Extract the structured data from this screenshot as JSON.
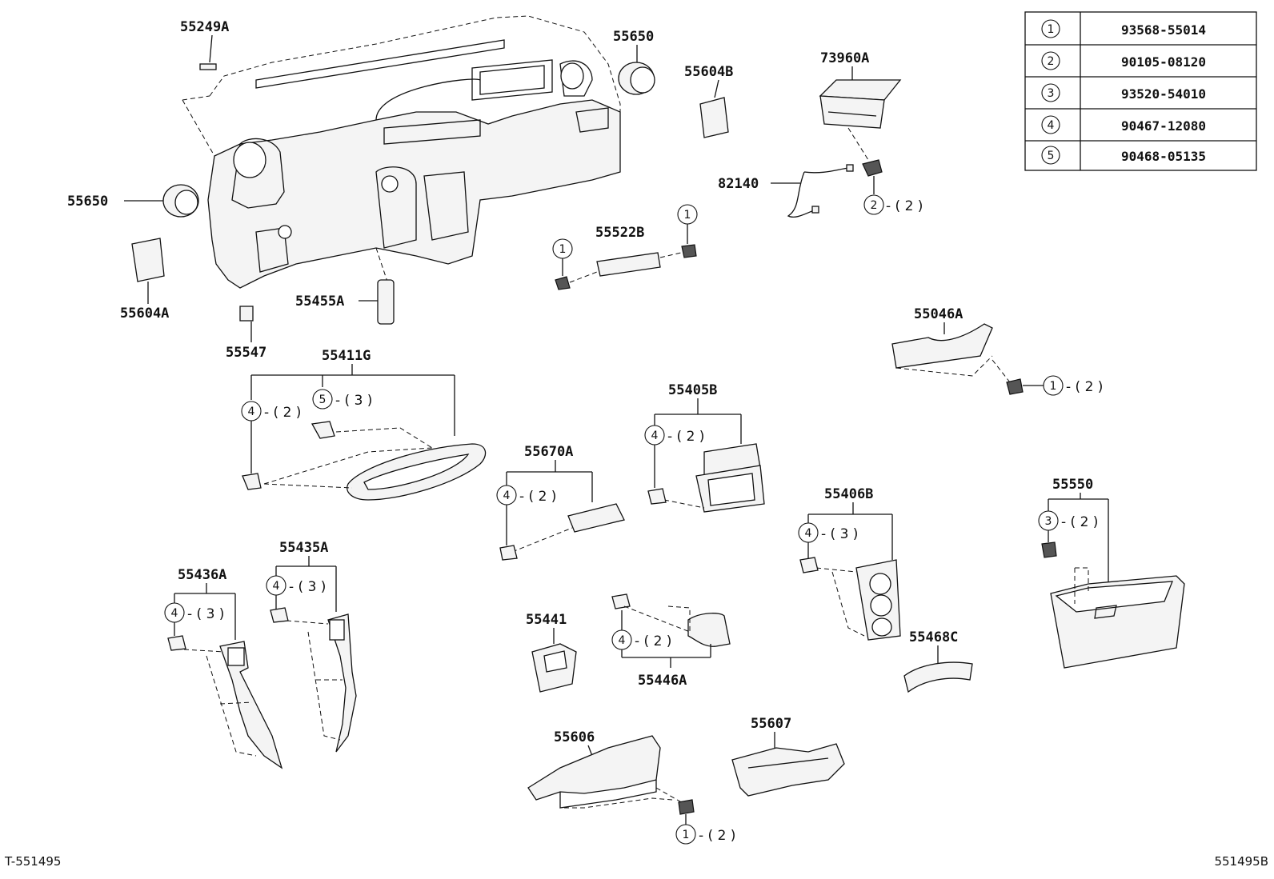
{
  "legend": {
    "rows": [
      {
        "num": "1",
        "part": "93568-55014"
      },
      {
        "num": "2",
        "part": "90105-08120"
      },
      {
        "num": "3",
        "part": "93520-54010"
      },
      {
        "num": "4",
        "part": "90467-12080"
      },
      {
        "num": "5",
        "part": "90468-05135"
      }
    ]
  },
  "parts": {
    "p55249A": "55249A",
    "p55650_top": "55650",
    "p55604B": "55604B",
    "p73960A": "73960A",
    "p55650_left": "55650",
    "p82140": "82140",
    "p55522B": "55522B",
    "p55604A": "55604A",
    "p55455A": "55455A",
    "p55547": "55547",
    "p55411G": "55411G",
    "p55046A": "55046A",
    "p55405B": "55405B",
    "p55670A": "55670A",
    "p55406B": "55406B",
    "p55550": "55550",
    "p55435A": "55435A",
    "p55436A": "55436A",
    "p55441": "55441",
    "p55446A": "55446A",
    "p55468C": "55468C",
    "p55606": "55606",
    "p55607": "55607"
  },
  "callouts": {
    "c1_left": {
      "num": "1",
      "qty": ""
    },
    "c1_right": {
      "num": "1",
      "qty": ""
    },
    "c2": {
      "num": "2",
      "qty": "- ( 2 )"
    },
    "c1_55046": {
      "num": "1",
      "qty": "- ( 2 )"
    },
    "c4_55411": {
      "num": "4",
      "qty": "- ( 2 )"
    },
    "c5_55411": {
      "num": "5",
      "qty": "- ( 3 )"
    },
    "c4_55405": {
      "num": "4",
      "qty": "- ( 2 )"
    },
    "c4_55670": {
      "num": "4",
      "qty": "- ( 2 )"
    },
    "c4_55406": {
      "num": "4",
      "qty": "- ( 3 )"
    },
    "c3_55550": {
      "num": "3",
      "qty": "- ( 2 )"
    },
    "c4_55435": {
      "num": "4",
      "qty": "- ( 3 )"
    },
    "c4_55436": {
      "num": "4",
      "qty": "- ( 3 )"
    },
    "c4_55446": {
      "num": "4",
      "qty": "- ( 2 )"
    },
    "c1_55606": {
      "num": "1",
      "qty": "- ( 2 )"
    }
  },
  "footer": {
    "left": "T-551495",
    "right": "551495B"
  }
}
